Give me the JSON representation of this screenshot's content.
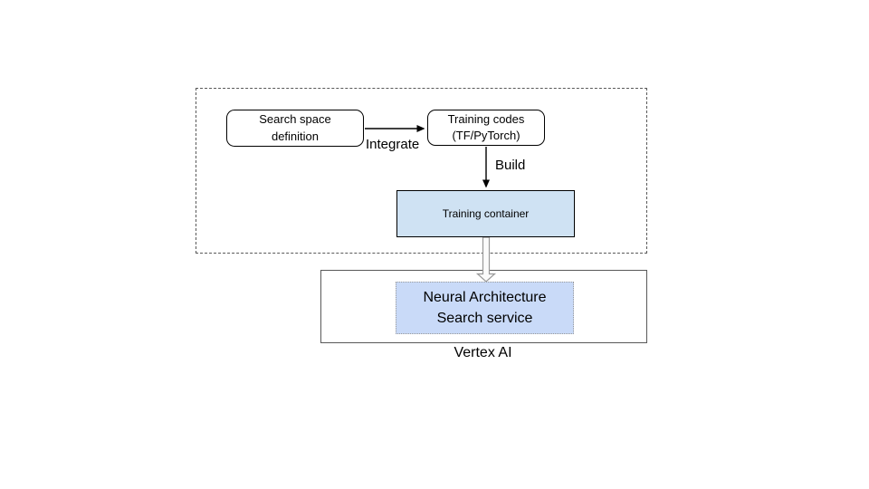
{
  "colors": {
    "box-border": "#000000",
    "container-border": "#595959",
    "training-container-fill": "#cfe2f3",
    "nas-fill": "#c9daf8",
    "nas-border": "#9a9a9a",
    "arrow-black": "#000000",
    "hollow-arrow-stroke": "#999999",
    "hollow-arrow-fill": "#fbfbfb"
  },
  "diagram": {
    "nodes": {
      "search_space": {
        "line1": "Search space",
        "line2": "definition"
      },
      "training_codes": {
        "line1": "Training codes",
        "line2": "(TF/PyTorch)"
      },
      "training_container": {
        "label": "Training container"
      },
      "nas_service": {
        "line1": "Neural Architecture",
        "line2": "Search service"
      }
    },
    "edge_labels": {
      "integrate": "Integrate",
      "build": "Build"
    },
    "group_labels": {
      "vertex_ai": "Vertex AI"
    }
  }
}
